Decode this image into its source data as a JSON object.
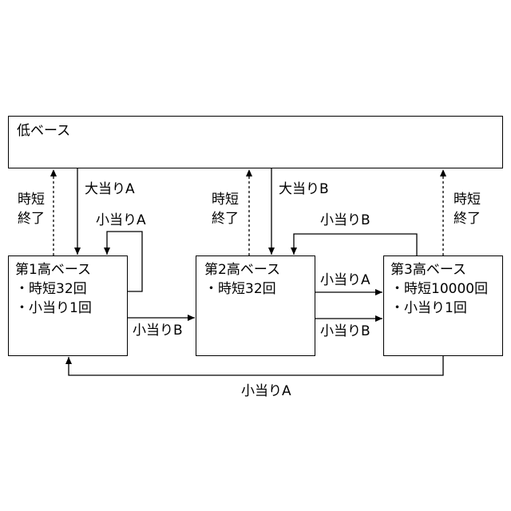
{
  "states": {
    "low": {
      "title": "低ベース"
    },
    "high1": {
      "title": "第1高ベース",
      "lines": [
        "・時短32回",
        "・小当り1回"
      ]
    },
    "high2": {
      "title": "第2高ベース",
      "lines": [
        "・時短32回"
      ]
    },
    "high3": {
      "title": "第3高ベース",
      "lines": [
        "・時短10000回",
        "・小当り1回"
      ]
    }
  },
  "labels": {
    "jitan_end_1": [
      "時短",
      "終了"
    ],
    "jitan_end_2": [
      "時短",
      "終了"
    ],
    "jitan_end_3": [
      "時短",
      "終了"
    ],
    "big_a": "大当りA",
    "big_b": "大当りB",
    "small_a_loop1": "小当りA",
    "small_b_1to2": "小当りB",
    "small_a_2to3": "小当りA",
    "small_b_2to3": "小当りB",
    "small_b_3to2": "小当りB",
    "small_a_3to1": "小当りA"
  }
}
